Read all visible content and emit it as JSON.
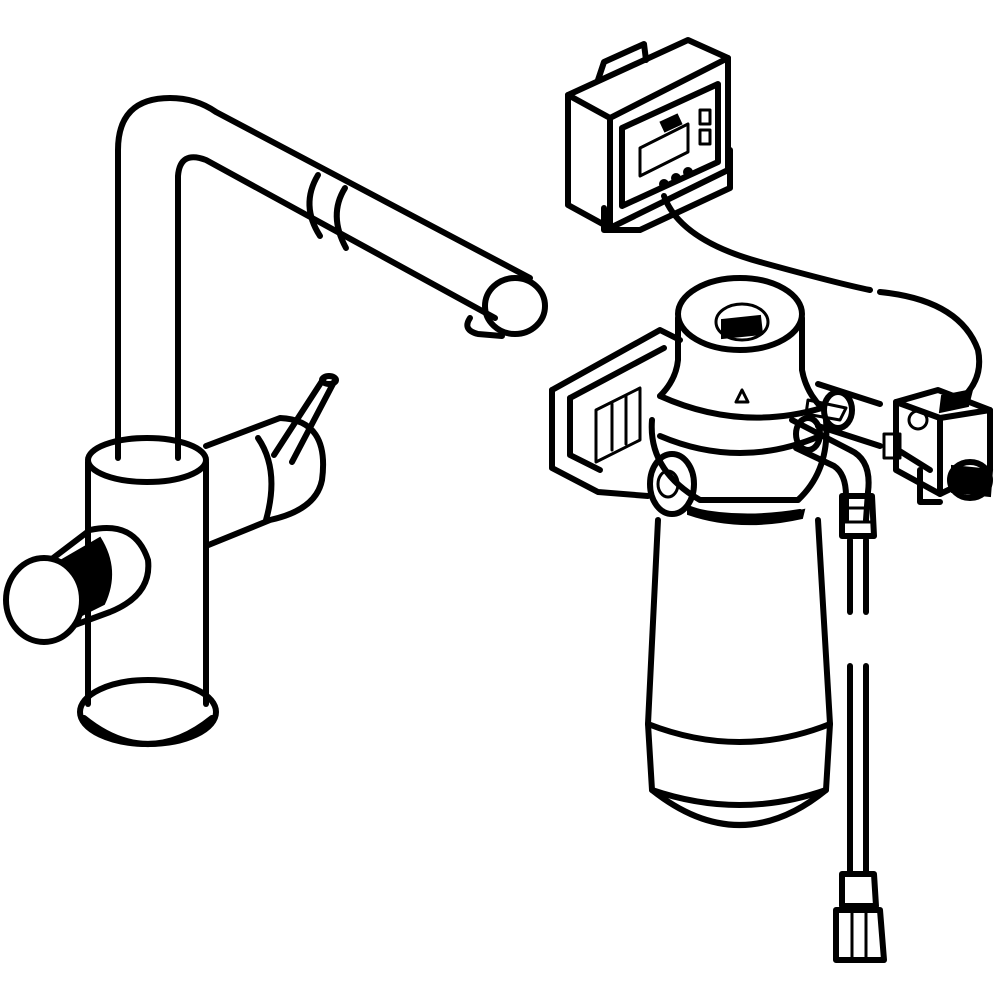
{
  "figure": {
    "palette": {
      "line": "#000000",
      "background": "#ffffff"
    },
    "components": [
      {
        "id": "faucet",
        "icon": "kitchen-faucet-icon"
      },
      {
        "id": "controller",
        "icon": "control-unit-icon"
      },
      {
        "id": "filter",
        "icon": "water-filter-icon"
      },
      {
        "id": "valve",
        "icon": "valve-block-icon"
      },
      {
        "id": "hose",
        "icon": "flex-hose-icon"
      },
      {
        "id": "cable",
        "icon": "signal-cable-icon"
      }
    ]
  }
}
